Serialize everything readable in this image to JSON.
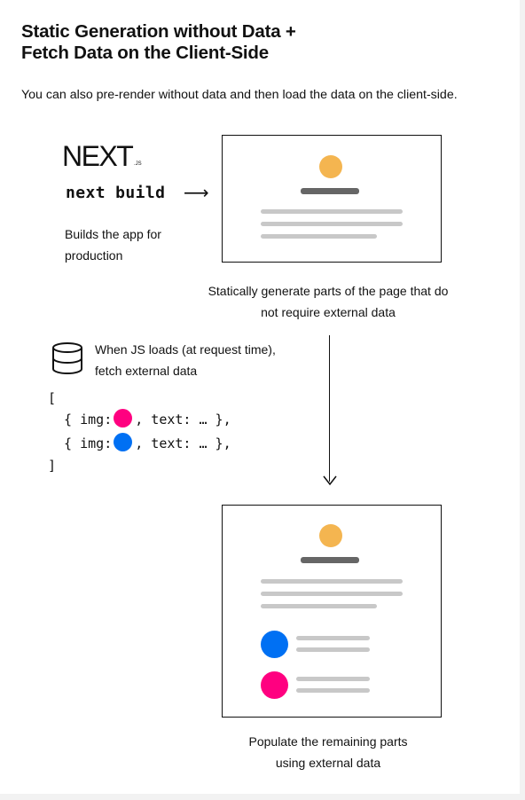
{
  "title": "Static Generation without Data + Fetch Data on the Client-Side",
  "title_line1": "Static Generation without Data +",
  "title_line2": "Fetch Data on the Client-Side",
  "subtitle": "You can also pre-render without data and then load the data on the client-side.",
  "logo": {
    "text": "NEXT",
    "suffix": ".JS"
  },
  "command": "next build",
  "command_arrow": "⟶",
  "build_note_line1": "Builds the app for",
  "build_note_line2": "production",
  "static_note_line1": "Statically generate parts of the page that do",
  "static_note_line2": "not require external data",
  "js_note_line1": "When JS loads (at request time),",
  "js_note_line2": "fetch external data",
  "code": {
    "open": "[",
    "row1_prefix": "  { img:",
    "row1_suffix": ", text: … },",
    "row2_prefix": "  { img:",
    "row2_suffix": ", text: … },",
    "close": "]"
  },
  "populate_note_line1": "Populate the remaining parts",
  "populate_note_line2": "using external data",
  "colors": {
    "avatar": "#f4b550",
    "heading_bar": "#666666",
    "text_bar": "#c8c8c8",
    "pink": "#ff0080",
    "blue": "#0070f3"
  },
  "icons": [
    "nextjs-logo",
    "database-icon",
    "right-arrow-icon",
    "down-arrow-icon"
  ]
}
